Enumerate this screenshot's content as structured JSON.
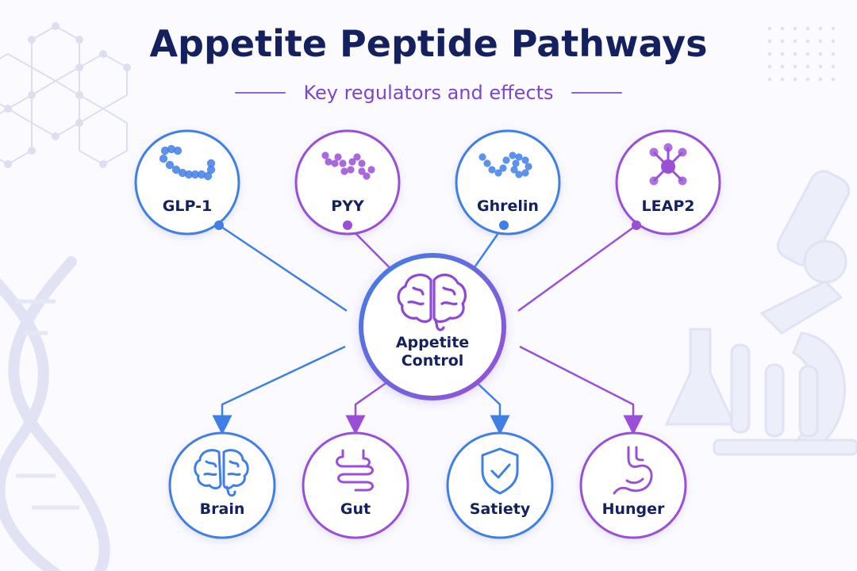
{
  "header": {
    "title": "Appetite Peptide Pathways",
    "subtitle": "Key regulators and effects"
  },
  "center": {
    "line1": "Appetite",
    "line2": "Control",
    "icon": "brain-icon"
  },
  "regulators": [
    {
      "label": "GLP-1",
      "icon": "peptide-chain-icon",
      "color": "#3f7fe6"
    },
    {
      "label": "PYY",
      "icon": "peptide-coil-icon",
      "color": "#9a4fd6"
    },
    {
      "label": "Ghrelin",
      "icon": "peptide-loop-icon",
      "color": "#3f7fe6"
    },
    {
      "label": "LEAP2",
      "icon": "molecule-icon",
      "color": "#9a4fd6"
    }
  ],
  "effects": [
    {
      "label": "Brain",
      "icon": "brain-icon",
      "color": "#3f7fe6"
    },
    {
      "label": "Gut",
      "icon": "intestine-icon",
      "color": "#9a4fd6"
    },
    {
      "label": "Satiety",
      "icon": "shield-check-icon",
      "color": "#3f7fe6"
    },
    {
      "label": "Hunger",
      "icon": "stomach-icon",
      "color": "#9a4fd6"
    }
  ],
  "colors": {
    "blue": "#3f7fe6",
    "purple": "#9a4fd6",
    "title": "#14215e"
  }
}
